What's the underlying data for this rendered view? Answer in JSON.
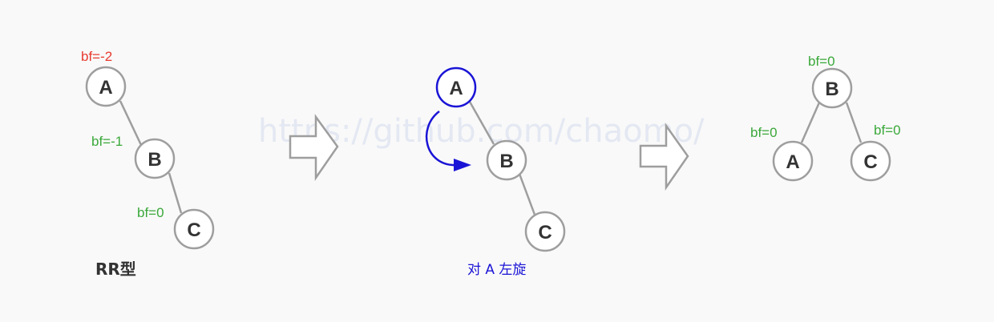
{
  "colors": {
    "imbalance": "#e8392f",
    "balanced": "#3aa83a",
    "rotation": "#1a14d6",
    "node_stroke": "#9e9e9e",
    "text": "#333333"
  },
  "watermark": "https://github.com/chaomo/",
  "panels": [
    {
      "nodes": [
        {
          "label": "A",
          "bf": "bf=-2",
          "bf_color": "imbalance"
        },
        {
          "label": "B",
          "bf": "bf=-1",
          "bf_color": "balanced"
        },
        {
          "label": "C",
          "bf": "bf=0",
          "bf_color": "balanced"
        }
      ],
      "caption": "RR型"
    },
    {
      "nodes": [
        {
          "label": "A",
          "highlight": true
        },
        {
          "label": "B"
        },
        {
          "label": "C"
        }
      ],
      "caption": "对 A 左旋"
    },
    {
      "nodes": [
        {
          "label": "B",
          "bf": "bf=0",
          "bf_color": "balanced"
        },
        {
          "label": "A",
          "bf": "bf=0",
          "bf_color": "balanced"
        },
        {
          "label": "C",
          "bf": "bf=0",
          "bf_color": "balanced"
        }
      ]
    }
  ]
}
